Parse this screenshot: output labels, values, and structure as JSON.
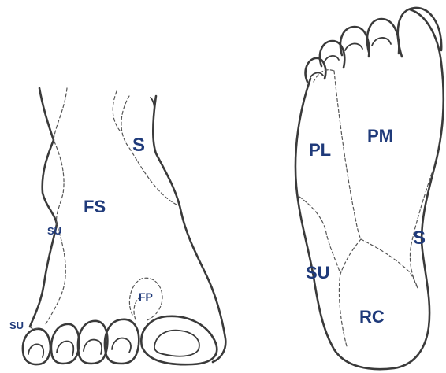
{
  "colors": {
    "label": "#1f3a7a",
    "outline": "#3a3a3a",
    "dashed": "#555555",
    "background": "#ffffff"
  },
  "dorsal_view": {
    "labels": {
      "fs": "FS",
      "s": "S",
      "su_upper": "SU",
      "su_lower": "SU",
      "fp": "FP"
    }
  },
  "plantar_view": {
    "labels": {
      "pl": "PL",
      "pm": "PM",
      "s": "S",
      "su": "SU",
      "rc": "RC"
    }
  }
}
